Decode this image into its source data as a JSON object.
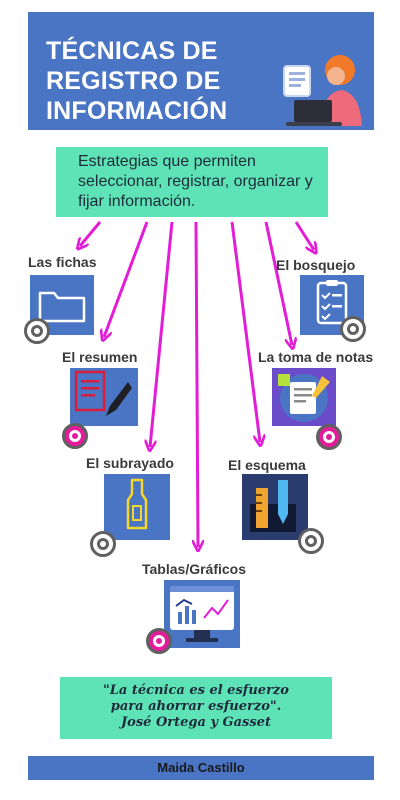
{
  "header": {
    "title": "TÉCNICAS DE REGISTRO DE INFORMACIÓN"
  },
  "subtitle": "Estrategias que permiten seleccionar, registrar, organizar y fijar información.",
  "techniques": [
    {
      "label": "Las fichas",
      "icon": "folder-icon"
    },
    {
      "label": "El bosquejo",
      "icon": "checklist-icon"
    },
    {
      "label": "El resumen",
      "icon": "document-pen-icon"
    },
    {
      "label": "La toma de notas",
      "icon": "notes-icon"
    },
    {
      "label": "El subrayado",
      "icon": "highlighter-icon"
    },
    {
      "label": "El esquema",
      "icon": "ruler-pencil-icon"
    },
    {
      "label": "Tablas/Gráficos",
      "icon": "chart-screen-icon"
    }
  ],
  "quote": {
    "line1": "\"La técnica es el esfuerzo",
    "line2": "para ahorrar esfuerzo\".",
    "author": "José Ortega  y Gasset"
  },
  "footer": {
    "author": "Maida Castillo"
  },
  "colors": {
    "blue": "#4a74c4",
    "mint": "#5ee3b7",
    "arrow": "#e31cd6",
    "badge_pink": "#e31c9b"
  }
}
